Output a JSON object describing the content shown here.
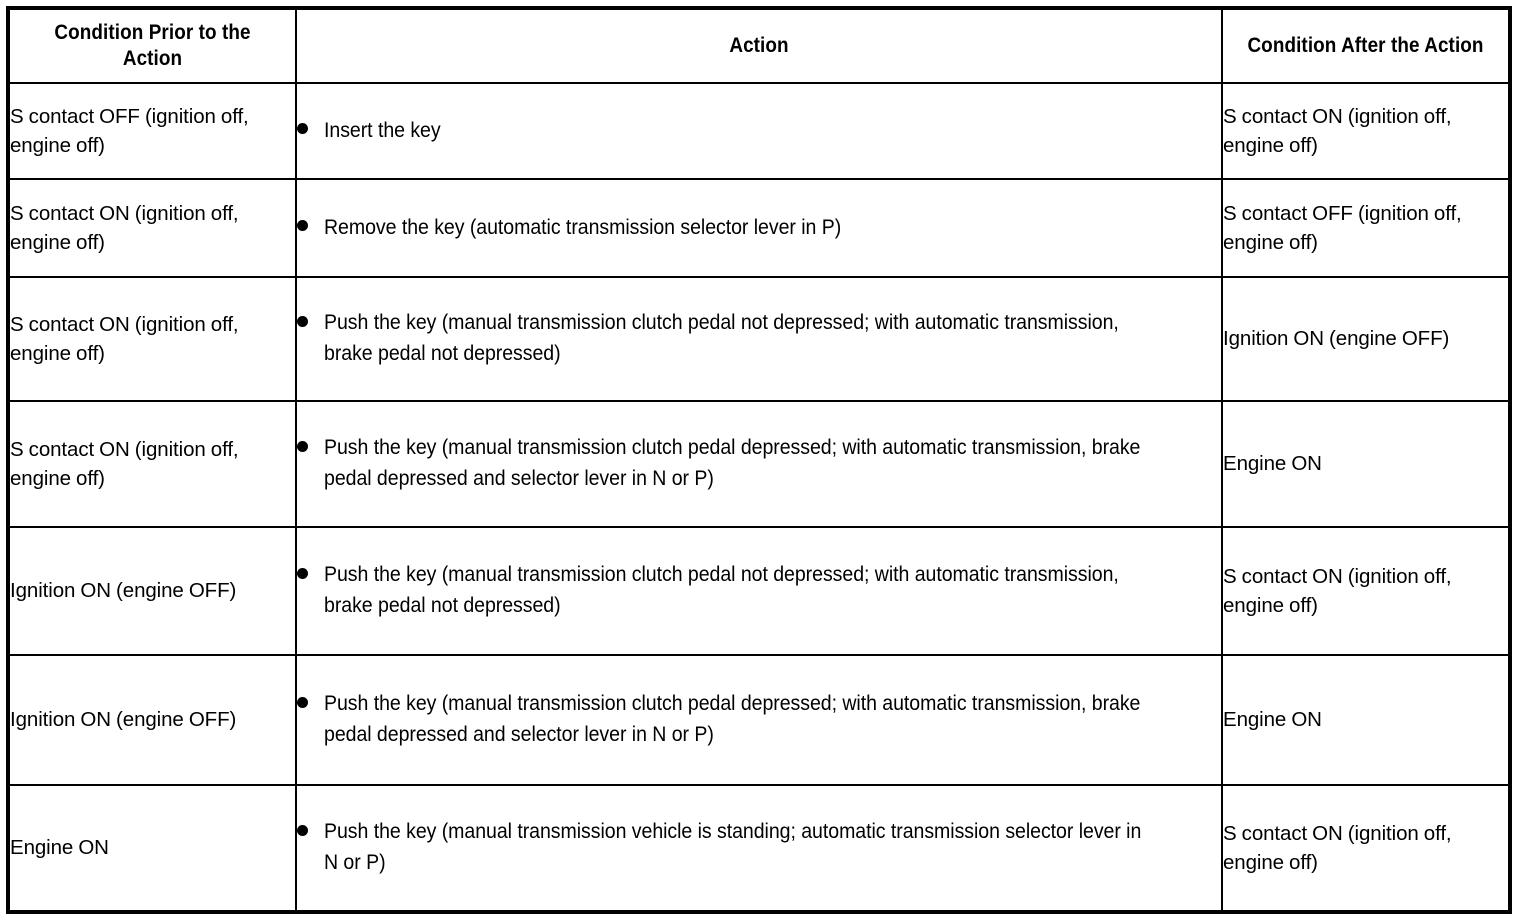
{
  "table": {
    "headers": [
      {
        "id": "condition-prior",
        "label": "Condition Prior to the Action"
      },
      {
        "id": "action",
        "label": "Action"
      },
      {
        "id": "condition-after",
        "label": "Condition After the Action"
      }
    ],
    "bullet_glyph": "filled-circle",
    "rows": [
      {
        "prior": "S contact OFF (ignition off, engine off)",
        "action": "Insert the key",
        "after": "S contact ON (ignition off, engine off)"
      },
      {
        "prior": "S contact ON (ignition off, engine off)",
        "action": "Remove the key (automatic transmission selector lever in P)",
        "after": "S contact OFF (ignition off, engine off)"
      },
      {
        "prior": "S contact ON (ignition off, engine off)",
        "action": "Push the key (manual transmission clutch pedal not depressed; with automatic transmission, brake pedal not depressed)",
        "after": "Ignition ON (engine OFF)"
      },
      {
        "prior": "S contact ON (ignition off, engine off)",
        "action": "Push the key (manual transmission clutch pedal depressed; with automatic transmission, brake pedal depressed and selector lever in N or P)",
        "after": "Engine ON"
      },
      {
        "prior": "Ignition ON (engine OFF)",
        "action": "Push the key (manual transmission clutch pedal not depressed; with automatic transmission, brake pedal not depressed)",
        "after": "S contact ON (ignition off, engine off)"
      },
      {
        "prior": "Ignition ON (engine OFF)",
        "action": "Push the key (manual transmission clutch pedal depressed; with automatic transmission, brake pedal depressed and selector lever in N or P)",
        "after": "Engine ON"
      },
      {
        "prior": "Engine ON",
        "action": "Push the key (manual transmission vehicle is standing; automatic transmission selector lever in N or P)",
        "after": "S contact ON (ignition off, engine off)"
      }
    ]
  },
  "colors": {
    "border": "#000000",
    "text": "#000000",
    "background": "#ffffff"
  }
}
